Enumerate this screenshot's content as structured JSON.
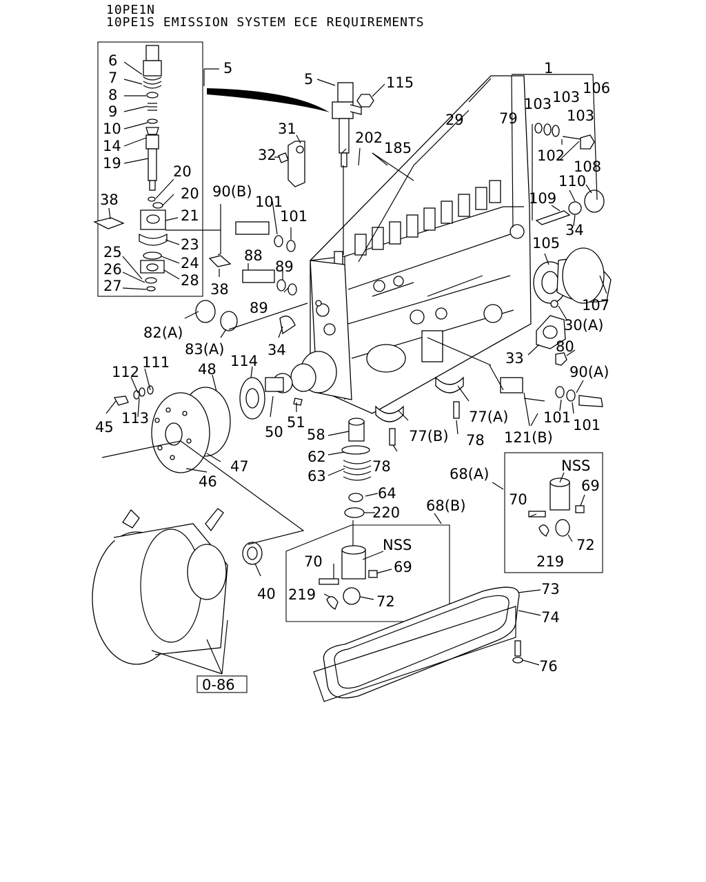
{
  "header": {
    "model": "10PE1N",
    "description": "10PE1S EMISSION SYSTEM ECE REQUIREMENTS"
  },
  "reference_box": "0-86",
  "callouts": {
    "c1": "1",
    "c5a": "5",
    "c5b": "5",
    "c6": "6",
    "c7": "7",
    "c8": "8",
    "c9": "9",
    "c10": "10",
    "c14": "14",
    "c19": "19",
    "c20a": "20",
    "c20b": "20",
    "c21": "21",
    "c23": "23",
    "c24": "24",
    "c25": "25",
    "c26": "26",
    "c27": "27",
    "c28": "28",
    "c29": "29",
    "c31": "31",
    "c32": "32",
    "c33": "33",
    "c34a": "34",
    "c34b": "34",
    "c38a": "38",
    "c38b": "38",
    "c40": "40",
    "c45": "45",
    "c46": "46",
    "c47": "47",
    "c48": "48",
    "c50": "50",
    "c51": "51",
    "c58": "58",
    "c62": "62",
    "c63": "63",
    "c64": "64",
    "c68a": "68(A)",
    "c68b": "68(B)",
    "c69a": "69",
    "c69b": "69",
    "c70a": "70",
    "c70b": "70",
    "c72a": "72",
    "c72b": "72",
    "c73": "73",
    "c74": "74",
    "c76": "76",
    "c77a": "77(A)",
    "c77b": "77(B)",
    "c78a": "78",
    "c78b": "78",
    "c79": "79",
    "c80": "80",
    "c82": "82(A)",
    "c83": "83(A)",
    "c88": "88",
    "c89a": "89",
    "c89b": "89",
    "c90a": "90(A)",
    "c90b": "90(B)",
    "c101a": "101",
    "c101b": "101",
    "c101c": "101",
    "c101d": "101",
    "c102": "102",
    "c103a": "103",
    "c103b": "103",
    "c103c": "103",
    "c105": "105",
    "c106": "106",
    "c107": "107",
    "c108": "108",
    "c109": "109",
    "c110": "110",
    "c111": "111",
    "c112": "112",
    "c113": "113",
    "c114": "114",
    "c115": "115",
    "c121": "121(B)",
    "c185": "185",
    "c202": "202",
    "c219a": "219",
    "c219b": "219",
    "c220": "220",
    "c30": "30(A)",
    "nssa": "NSS",
    "nssb": "NSS"
  }
}
